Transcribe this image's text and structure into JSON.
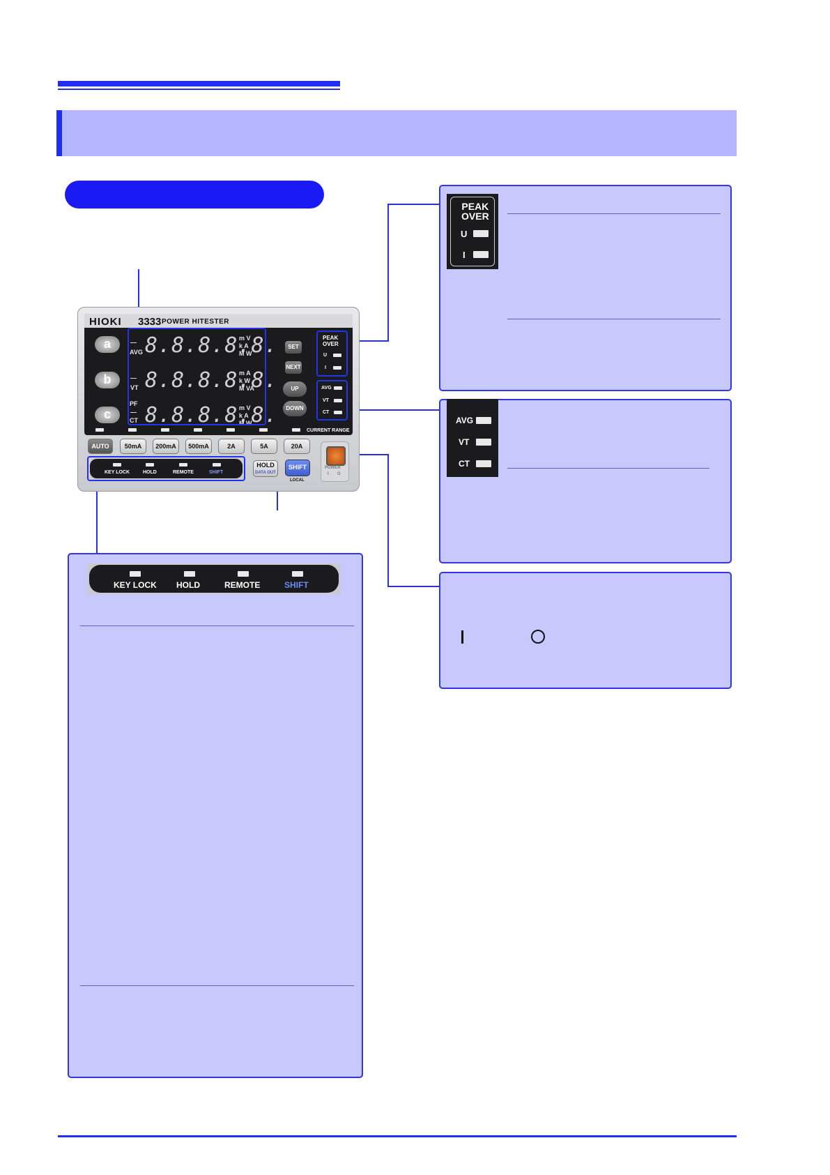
{
  "panel": {
    "brand": "HIOKI",
    "model": "3333",
    "product": "POWER HITESTER",
    "rows": [
      {
        "key": "a",
        "top_label": "",
        "bottom_label": "AVG",
        "digits": "8.8.8.8.8.",
        "units": [
          "m V",
          "k A",
          "M W"
        ]
      },
      {
        "key": "b",
        "top_label": "",
        "bottom_label": "VT",
        "digits": "8.8.8.8.8.",
        "units": [
          "m A",
          "k W",
          "M VA"
        ]
      },
      {
        "key": "c",
        "top_label": "PF",
        "bottom_label": "CT",
        "digits": "8.8.8.8.8.",
        "units": [
          "m V",
          "k A",
          "M W"
        ]
      }
    ],
    "keys": {
      "set": "SET",
      "next": "NEXT",
      "up": "UP",
      "down": "DOWN"
    },
    "peak_over": {
      "title_line1": "PEAK",
      "title_line2": "OVER",
      "u": "U",
      "i": "I"
    },
    "mode_leds": {
      "avg": "AVG",
      "vt": "VT",
      "ct": "CT"
    },
    "current_range_label": "CURRENT RANGE",
    "range_buttons": [
      "AUTO",
      "50mA",
      "200mA",
      "500mA",
      "2A",
      "5A",
      "20A"
    ],
    "status_leds": [
      "KEY LOCK",
      "HOLD",
      "REMOTE",
      "SHIFT"
    ],
    "hold_button": {
      "label": "HOLD",
      "sub": "DATA OUT"
    },
    "shift_button": {
      "label": "SHIFT",
      "sub": "LOCAL"
    },
    "power": {
      "label": "POWER",
      "on": "I",
      "off": "O"
    }
  },
  "callouts": {
    "peak_over": {
      "title_line1": "PEAK",
      "title_line2": "OVER",
      "u": "U",
      "i": "I"
    },
    "modes": {
      "avg": "AVG",
      "vt": "VT",
      "ct": "CT"
    },
    "power": {
      "on": "I",
      "off": "O"
    },
    "status": [
      "KEY LOCK",
      "HOLD",
      "REMOTE",
      "SHIFT"
    ]
  },
  "colors": {
    "accent": "#1f2ef0",
    "callout_bg": "#c8c8fd",
    "shift_text": "#5b7cf2"
  }
}
